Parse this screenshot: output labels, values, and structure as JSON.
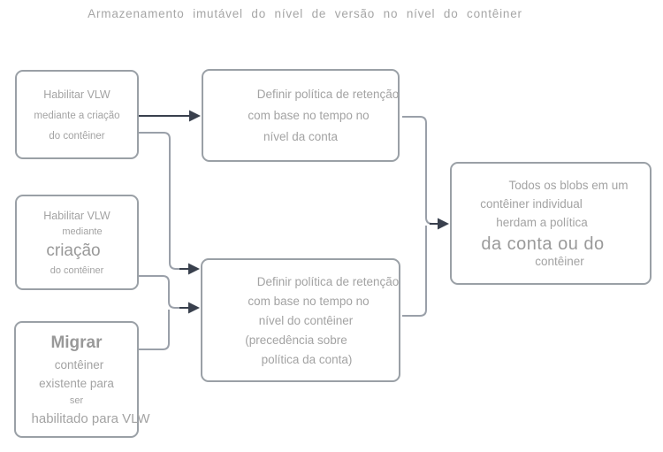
{
  "title": "Armazenamento  imutável  do  nível  de  versão  no  nível  do  contêiner",
  "colors": {
    "background": "#ffffff",
    "box_border": "#9aa0a6",
    "box_fill": "#ffffff",
    "box_text": "#a3a3a3",
    "emphasis_text": "#999999",
    "connector_line": "#9aa0a9",
    "arrowhead": "#39404d",
    "title_text": "#a6a6a6"
  },
  "boxes": {
    "left1": {
      "lines": [
        "Habilitar VLW",
        "mediante a criação",
        "do contêiner"
      ]
    },
    "left2": {
      "lines": [
        "Habilitar VLW",
        "mediante",
        "criação",
        "do contêiner"
      ]
    },
    "left3": {
      "lines": [
        "Migrar",
        "contêiner",
        "existente para",
        "ser",
        "habilitado para VLW"
      ]
    },
    "mid_top": {
      "lines": [
        "Definir política de retenção",
        "com base no tempo no",
        "nível da conta"
      ]
    },
    "mid_bottom": {
      "lines": [
        "Definir política de retenção",
        "com base no tempo no",
        "nível do contêiner",
        "(precedência sobre",
        "política da conta)"
      ]
    },
    "right": {
      "lines": [
        "Todos os blobs em um",
        "contêiner individual",
        "herdam a política",
        "da conta ou do",
        "contêiner"
      ]
    }
  }
}
